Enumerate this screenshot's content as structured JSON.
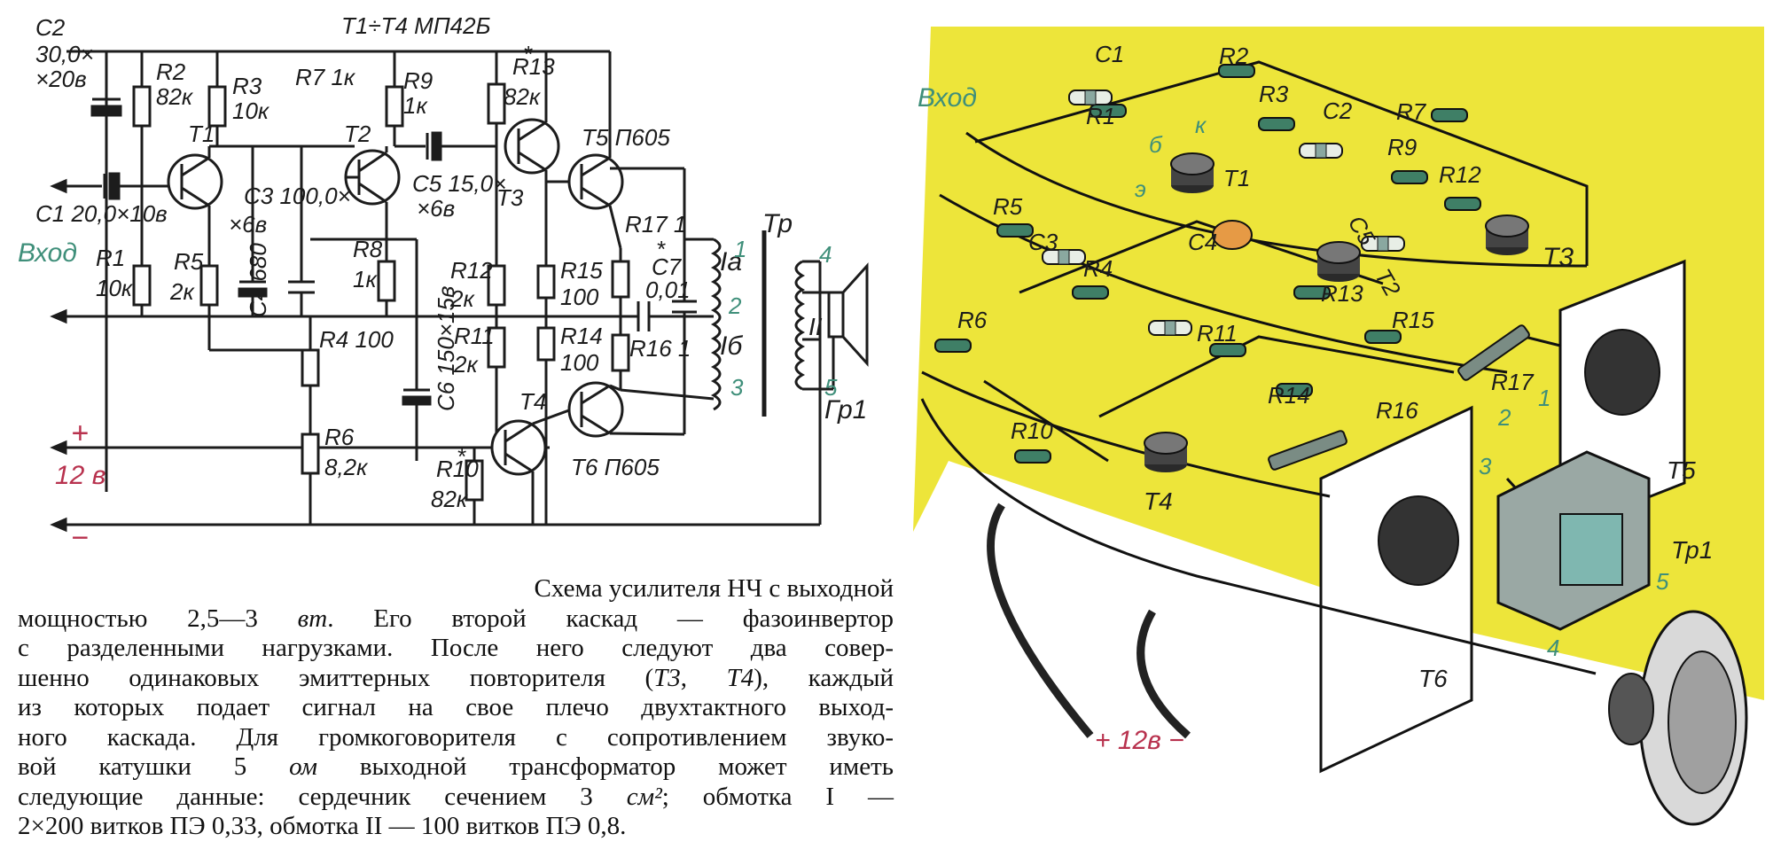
{
  "schematic": {
    "c2": "C2",
    "c2_val1": "30,0×",
    "c2_val2": "×20в",
    "transistors_spec": "T1÷T4 МП42Б",
    "r7": "R7 1к",
    "r2": "R2",
    "r2_val": "82к",
    "r3": "R3",
    "r3_val": "10к",
    "t1": "T1",
    "t2": "T2",
    "t3": "T3",
    "r9": "R9",
    "r9_val": "1к",
    "r13": "R13",
    "r13_val": "82к",
    "t5": "T5 П605",
    "c5": "C5 15,0×",
    "c5_val": "×6в",
    "c1": "C1 20,0×10в",
    "c3": "C3 100,0×",
    "c3_val": "×6в",
    "c4": "C4 680",
    "r8": "R8",
    "r8_val": "1к",
    "vhod": "Вход",
    "r1": "R1",
    "r1_val": "10к",
    "r5": "R5",
    "r5_val": "2к",
    "r12": "R12",
    "r12_val": "2к",
    "r15": "R15",
    "r15_val": "100",
    "r17": "R17 1",
    "c7": "C7",
    "c7_val": "0,01",
    "tr": "Тр",
    "ia": "Iа",
    "ib": "Iб",
    "ii": "II",
    "n1": "1",
    "n2": "2",
    "n3": "3",
    "n4": "4",
    "n5": "5",
    "r4": "R4 100",
    "r11": "R11",
    "r11_val": "2к",
    "r14": "R14",
    "r14_val": "100",
    "r16": "R16 1",
    "c6": "C6 150×15в",
    "t4": "T4",
    "r6": "R6",
    "r6_val": "8,2к",
    "r10": "R10",
    "r10_val": "82к",
    "t6": "T6 П605",
    "gr": "Гр1",
    "plus": "+",
    "minus": "−",
    "v12": "12 в",
    "star": "*"
  },
  "caption": {
    "line1": "Схема усилителя НЧ с выходной",
    "line2a": "мощностью 2,5—3 ",
    "line2_unit": "вт",
    "line2b": ". Его второй каскад — фазоинвертор",
    "line3": "с разделенными нагрузками. После него следуют два совер-",
    "line4a": "шенно одинаковых эмиттерных повторителя (",
    "line4_t3": "T3",
    "line4_sep": ", ",
    "line4_t4": "T4",
    "line4b": "), каждый",
    "line5": "из которых подает сигнал на свое плечо двухтактного выход-",
    "line6": "ного каскада. Для громкоговорителя с сопротивлением звуко-",
    "line7a": "вой катушки 5 ",
    "line7_unit": "ом",
    "line7b": " выходной трансформатор может иметь",
    "line8a": "следующие данные: сердечник сечением 3 ",
    "line8_unit": "см²",
    "line8b": "; обмотка I —",
    "line9": "2×200 витков ПЭ 0,33, обмотка II — 100 витков ПЭ 0,8."
  },
  "assembly": {
    "vhod": "Вход",
    "c1": "C1",
    "r1": "R1",
    "r2": "R2",
    "r3": "R3",
    "c2": "C2",
    "r7": "R7",
    "r9": "R9",
    "r12": "R12",
    "r5": "R5",
    "c3": "C3",
    "c4": "C4",
    "c5": "C5",
    "t1": "T1",
    "t2": "T2",
    "t3": "T3",
    "r4": "R4",
    "r13": "R13",
    "r15": "R15",
    "r6": "R6",
    "r11": "R11",
    "r17": "R17",
    "r14": "R14",
    "r16": "R16",
    "r10": "R10",
    "t4": "T4",
    "t5": "T5",
    "t6": "T6",
    "tr1": "Тр1",
    "pin_b": "б",
    "pin_k": "к",
    "pin_e": "э",
    "n1": "1",
    "n2": "2",
    "n3": "3",
    "n4": "4",
    "n5": "5",
    "power": "+ 12в −"
  },
  "colors": {
    "ink": "#1c1c1c",
    "ink_green": "#3f8f7a",
    "ink_red": "#b8324e",
    "board_yellow": "#ede53a",
    "resistor_green": "#3f7f66",
    "cap_orange": "#e69a45"
  }
}
